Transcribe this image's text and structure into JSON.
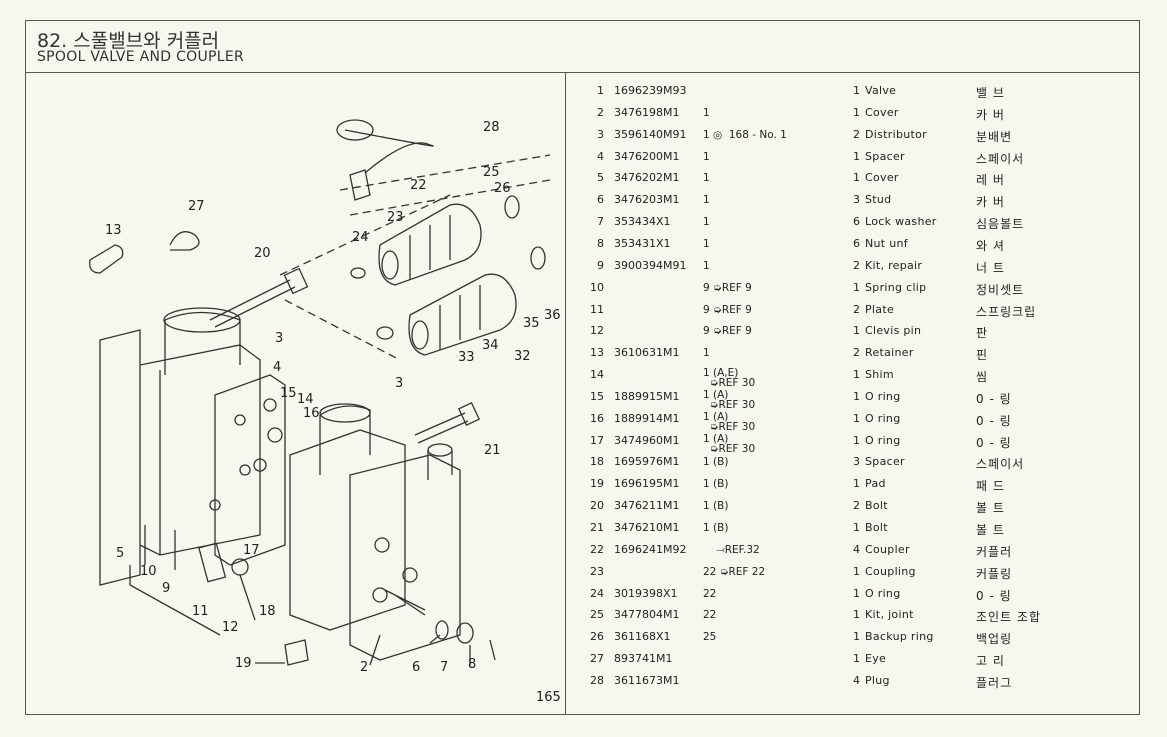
{
  "header": {
    "title_ko": "82. 스풀밸브와 커플러",
    "title_en": "SPOOL VALVE AND COUPLER"
  },
  "page_number": "165",
  "diagram": {
    "callouts": [
      "28",
      "22",
      "25",
      "26",
      "27",
      "23",
      "24",
      "13",
      "20",
      "3",
      "4",
      "35",
      "36",
      "34",
      "32",
      "33",
      "15",
      "14",
      "16",
      "3",
      "21",
      "5",
      "10",
      "17",
      "9",
      "11",
      "12",
      "18",
      "19",
      "2",
      "6",
      "7",
      "8"
    ]
  },
  "parts": [
    {
      "no": "1",
      "part": "1696239M93",
      "note": "",
      "qty": "1",
      "desc": "Valve",
      "ko": "밸 브"
    },
    {
      "no": "2",
      "part": "3476198M1",
      "note": "1",
      "qty": "1",
      "desc": "Cover",
      "ko": "카 버"
    },
    {
      "no": "3",
      "part": "3596140M91",
      "note": "1 ◎  168 - No. 1",
      "qty": "2",
      "desc": "Distributor",
      "ko": "분배변"
    },
    {
      "no": "4",
      "part": "3476200M1",
      "note": "1",
      "qty": "1",
      "desc": "Spacer",
      "ko": "스페이서"
    },
    {
      "no": "5",
      "part": "3476202M1",
      "note": "1",
      "qty": "1",
      "desc": "Cover",
      "ko": "레 버"
    },
    {
      "no": "6",
      "part": "3476203M1",
      "note": "1",
      "qty": "3",
      "desc": "Stud",
      "ko": "카 버"
    },
    {
      "no": "7",
      "part": "353434X1",
      "note": "1",
      "qty": "6",
      "desc": "Lock washer",
      "ko": "심음볼트"
    },
    {
      "no": "8",
      "part": "353431X1",
      "note": "1",
      "qty": "6",
      "desc": "Nut unf",
      "ko": "와 셔"
    },
    {
      "no": "9",
      "part": "3900394M91",
      "note": "1",
      "qty": "2",
      "desc": "Kit, repair",
      "ko": "너 트"
    },
    {
      "no": "10",
      "part": "",
      "note": "9 ➭REF 9",
      "qty": "1",
      "desc": "Spring clip",
      "ko": "정비셋트"
    },
    {
      "no": "11",
      "part": "",
      "note": "9 ➭REF 9",
      "qty": "2",
      "desc": "Plate",
      "ko": "스프링크립"
    },
    {
      "no": "12",
      "part": "",
      "note": "9 ➭REF 9",
      "qty": "1",
      "desc": "Clevis pin",
      "ko": "판"
    },
    {
      "no": "13",
      "part": "3610631M1",
      "note": "1",
      "qty": "2",
      "desc": "Retainer",
      "ko": "핀"
    },
    {
      "no": "14",
      "part": "",
      "note": "1 (A,E)\n  ➭REF 30",
      "qty": "1",
      "desc": "Shim",
      "ko": "씸"
    },
    {
      "no": "15",
      "part": "1889915M1",
      "note": "1 (A)\n  ➭REF 30",
      "qty": "1",
      "desc": "O ring",
      "ko": "0 - 링"
    },
    {
      "no": "16",
      "part": "1889914M1",
      "note": "1 (A)\n  ➭REF 30",
      "qty": "1",
      "desc": "O ring",
      "ko": "0 - 링"
    },
    {
      "no": "17",
      "part": "3474960M1",
      "note": "1 (A)\n  ➭REF 30",
      "qty": "1",
      "desc": "O ring",
      "ko": "0 - 링"
    },
    {
      "no": "18",
      "part": "1695976M1",
      "note": "1 (B)",
      "qty": "3",
      "desc": "Spacer",
      "ko": "스페이서"
    },
    {
      "no": "19",
      "part": "1696195M1",
      "note": "1 (B)",
      "qty": "1",
      "desc": "Pad",
      "ko": "패 드"
    },
    {
      "no": "20",
      "part": "3476211M1",
      "note": "1 (B)",
      "qty": "2",
      "desc": "Bolt",
      "ko": "볼 트"
    },
    {
      "no": "21",
      "part": "3476210M1",
      "note": "1 (B)",
      "qty": "1",
      "desc": "Bolt",
      "ko": "볼 트"
    },
    {
      "no": "22",
      "part": "1696241M92",
      "note": "    ⤙REF.32",
      "qty": "4",
      "desc": "Coupler",
      "ko": "커플러"
    },
    {
      "no": "23",
      "part": "",
      "note": "22 ➭REF 22",
      "qty": "1",
      "desc": "Coupling",
      "ko": "커플링"
    },
    {
      "no": "24",
      "part": "3019398X1",
      "note": "22",
      "qty": "1",
      "desc": "O ring",
      "ko": "0 - 링"
    },
    {
      "no": "25",
      "part": "3477804M1",
      "note": "22",
      "qty": "1",
      "desc": "Kit, joint",
      "ko": "조인트 조합"
    },
    {
      "no": "26",
      "part": "361168X1",
      "note": "25",
      "qty": "1",
      "desc": "Backup ring",
      "ko": "백업링"
    },
    {
      "no": "27",
      "part": "893741M1",
      "note": "",
      "qty": "1",
      "desc": "Eye",
      "ko": "고 리"
    },
    {
      "no": "28",
      "part": "3611673M1",
      "note": "",
      "qty": "4",
      "desc": "Plug",
      "ko": "플러그"
    }
  ]
}
